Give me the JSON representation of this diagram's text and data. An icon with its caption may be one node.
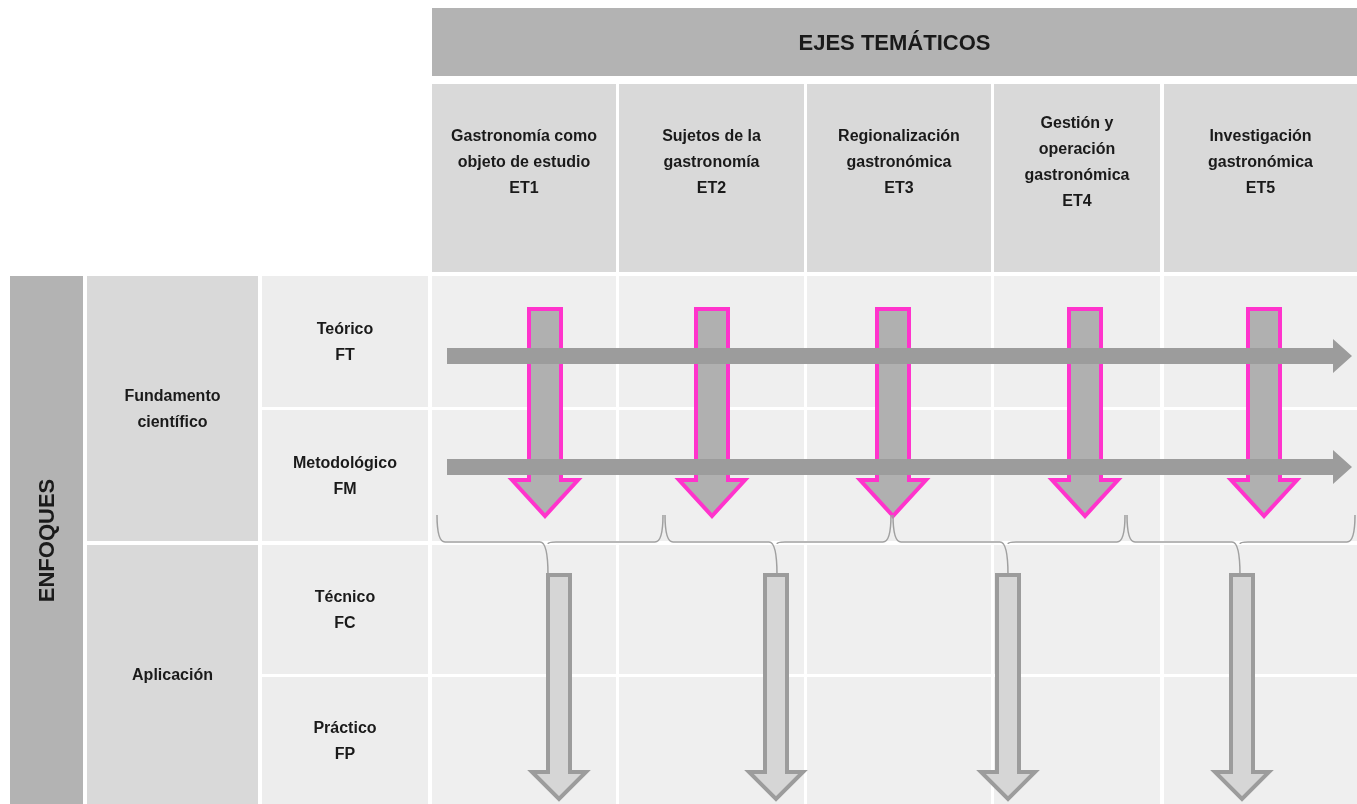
{
  "diagram": {
    "nodes": [
      {
        "text": [
          "EJES TEMÁTICOS"
        ]
      },
      {
        "text": [
          "Gastronomía como objeto de estudio",
          "ET1"
        ]
      },
      {
        "text": [
          "Sujetos de la gastronomía",
          "ET2"
        ]
      },
      {
        "text": [
          "Regionalización gastronómica",
          "ET3"
        ]
      },
      {
        "text": [
          "Gestión y operación gastronómica",
          "ET4"
        ]
      },
      {
        "text": [
          "Investigación gastronómica",
          "ET5"
        ]
      },
      {
        "text": [
          "ENFOQUES"
        ]
      },
      {
        "text": [
          "Fundamento científico"
        ]
      },
      {
        "text": [
          "Aplicación"
        ]
      },
      {
        "text": [
          "Teórico",
          "FT"
        ]
      },
      {
        "text": [
          "Metodológico",
          "FM"
        ]
      },
      {
        "text": [
          "Técnico",
          "FC"
        ]
      },
      {
        "text": [
          "Práctico",
          "FP"
        ]
      }
    ]
  }
}
